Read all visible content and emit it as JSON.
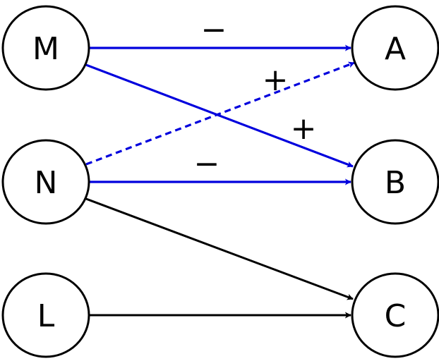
{
  "diagram": {
    "title": "",
    "colors": {
      "inhibit_edge": "#0000dd",
      "plain_edge": "#000000",
      "node_stroke": "#000000"
    },
    "nodes": [
      {
        "id": "M",
        "label": "M",
        "column": "left",
        "row": 0
      },
      {
        "id": "N",
        "label": "N",
        "column": "left",
        "row": 1
      },
      {
        "id": "L",
        "label": "L",
        "column": "left",
        "row": 2
      },
      {
        "id": "A",
        "label": "A",
        "column": "right",
        "row": 0
      },
      {
        "id": "B",
        "label": "B",
        "column": "right",
        "row": 1
      },
      {
        "id": "C",
        "label": "C",
        "column": "right",
        "row": 2
      }
    ],
    "edges": [
      {
        "from": "M",
        "to": "A",
        "sign": "−",
        "color": "blue",
        "style": "solid"
      },
      {
        "from": "M",
        "to": "B",
        "sign": "+",
        "color": "blue",
        "style": "solid"
      },
      {
        "from": "N",
        "to": "A",
        "sign": "+",
        "color": "blue",
        "style": "dashed"
      },
      {
        "from": "N",
        "to": "B",
        "sign": "−",
        "color": "blue",
        "style": "solid"
      },
      {
        "from": "N",
        "to": "C",
        "sign": "",
        "color": "black",
        "style": "solid"
      },
      {
        "from": "L",
        "to": "C",
        "sign": "",
        "color": "black",
        "style": "solid"
      }
    ]
  }
}
